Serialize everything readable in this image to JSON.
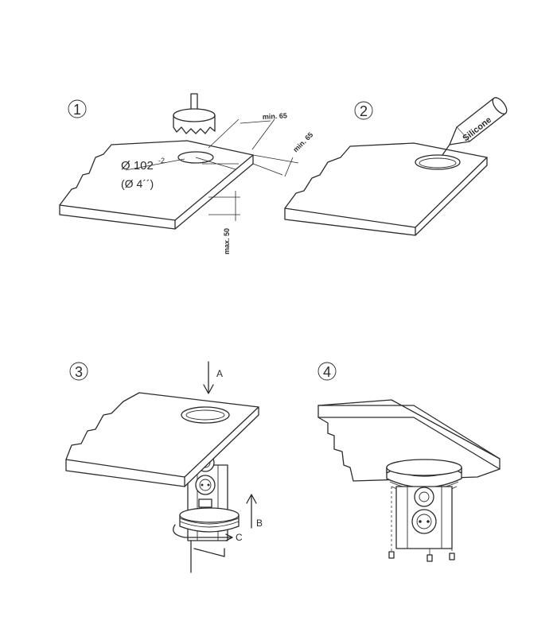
{
  "steps": [
    {
      "number": "1",
      "labels": {
        "min_top": "min. 65",
        "min_side": "min. 65",
        "diameter": "Ø 102",
        "diameter_sup": "-2",
        "inch": "(Ø 4´´)",
        "max": "max. 50"
      }
    },
    {
      "number": "2",
      "labels": {
        "silicone": "Silicone"
      }
    },
    {
      "number": "3",
      "labels": {
        "a": "A",
        "b": "B",
        "c": "C"
      }
    },
    {
      "number": "4",
      "labels": {}
    }
  ]
}
